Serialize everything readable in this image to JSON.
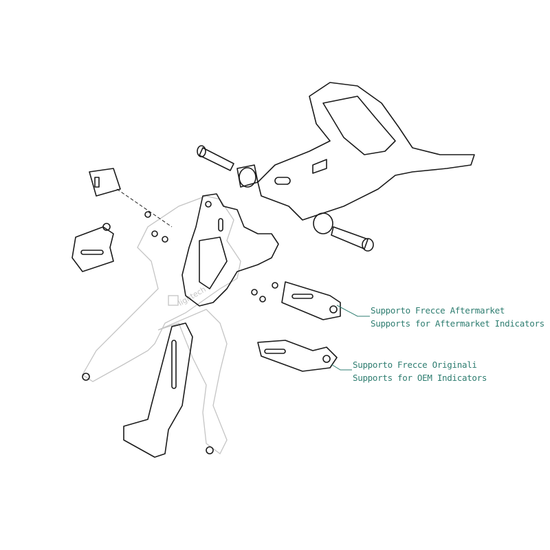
{
  "labels": {
    "aftermarket_it": "Supporto Frecce Aftermarket",
    "aftermarket_en": "Supports for Aftermarket Indicators",
    "oem_it": "Supporto Frecce Originali",
    "oem_en": "Supports for OEM Indicators"
  },
  "logo_text": "lightech",
  "colors": {
    "label": "#2e7d70",
    "line": "#1a1a1a",
    "ghost": "#c4c4c4"
  }
}
